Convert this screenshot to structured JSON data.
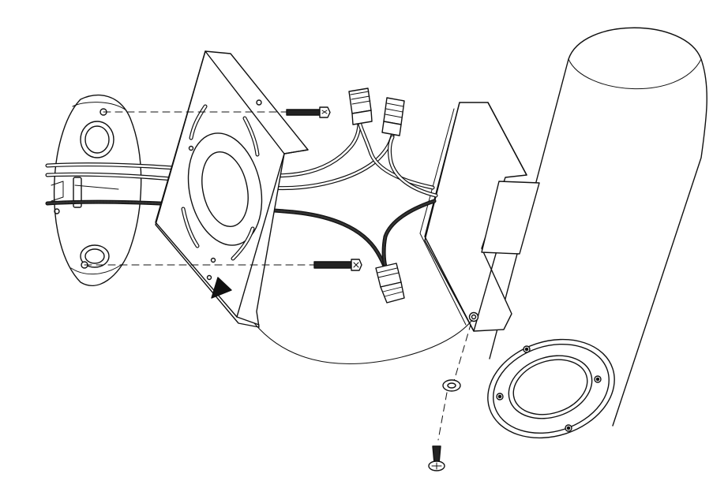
{
  "diagram": {
    "kind": "exploded installation view of a cylindrical wall light",
    "components": [
      "junction-box",
      "mounting-plate",
      "mounting-bolt-upper",
      "mounting-bolt-lower",
      "wire-nut-1",
      "wire-nut-2",
      "wire-nut-3",
      "fixture-backplate",
      "cylinder-housing",
      "lens-ring",
      "washer",
      "set-screw",
      "insertion-arrow"
    ],
    "colors": {
      "line": "#111111",
      "paper": "#ffffff",
      "shade": "#d9d9d9",
      "wire_dark": "#2a2a2a",
      "wire_light": "#bdbdbd"
    }
  }
}
